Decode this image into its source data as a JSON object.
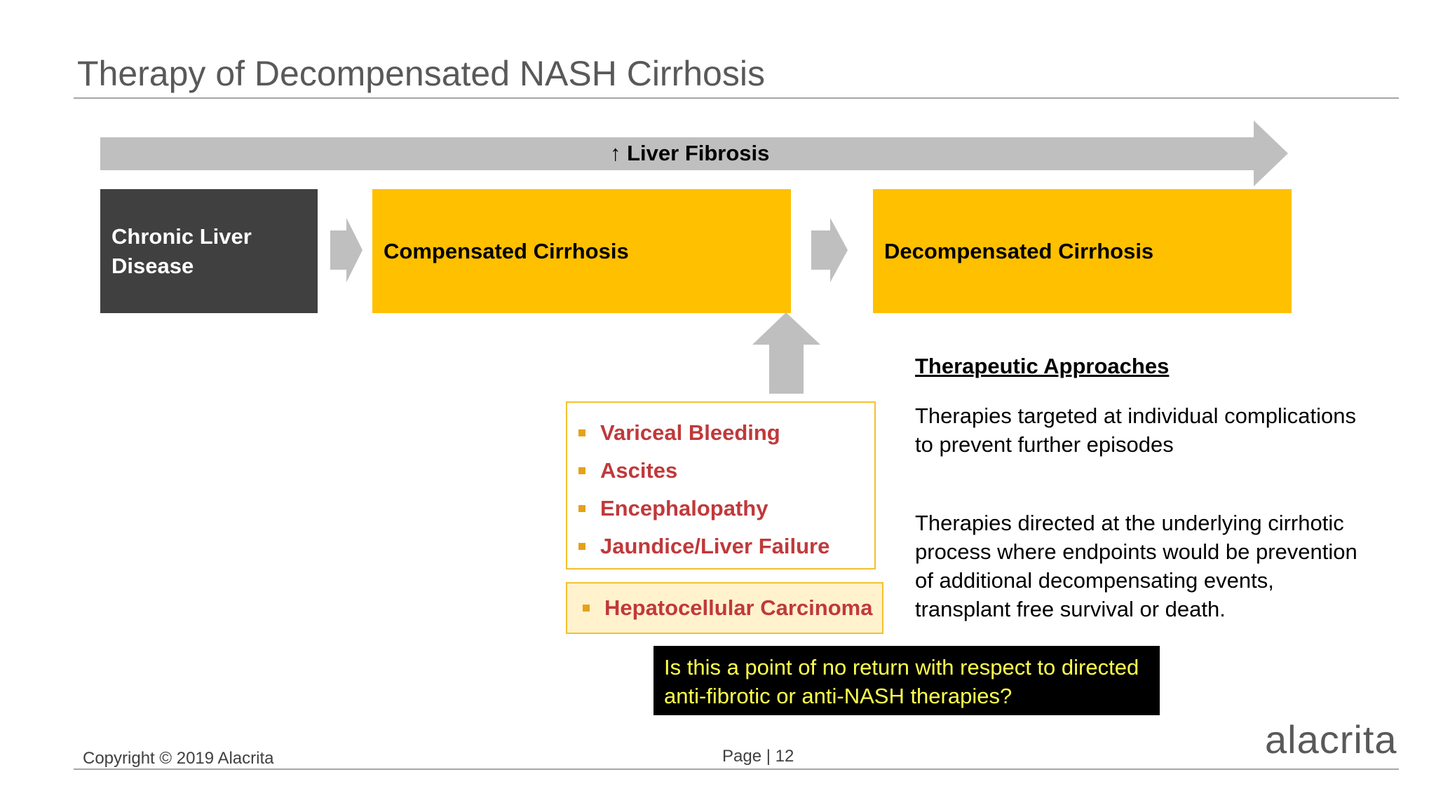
{
  "title": "Therapy of Decompensated NASH Cirrhosis",
  "fibrosis_arrow": {
    "label": "↑ Liver Fibrosis",
    "color": "#bfbfbf"
  },
  "stages": [
    {
      "label_line1": "Chronic Liver",
      "label_line2": "Disease",
      "color": "#404040"
    },
    {
      "label": "Compensated Cirrhosis",
      "color": "#ffc000"
    },
    {
      "label": "Decompensated Cirrhosis",
      "color": "#ffc000"
    }
  ],
  "complications": {
    "items": [
      "Variceal Bleeding",
      "Ascites",
      "Encephalopathy",
      "Jaundice/Liver Failure"
    ],
    "hcc": "Hepatocellular Carcinoma",
    "text_color": "#c0393b",
    "bullet_color": "#e6a11a"
  },
  "therapeutic_approaches": {
    "heading": "Therapeutic Approaches",
    "paragraphs": [
      "Therapies targeted at individual complications to prevent further episodes",
      "Therapies directed at the underlying cirrhotic process where endpoints would be prevention of additional decompensating events, transplant free survival or death."
    ]
  },
  "question": "Is this a point of no return with respect to directed anti-fibrotic or anti-NASH therapies?",
  "footer": {
    "copyright": "Copyright © 2019 Alacrita",
    "page": "Page | 12",
    "brand": "alacrita"
  }
}
